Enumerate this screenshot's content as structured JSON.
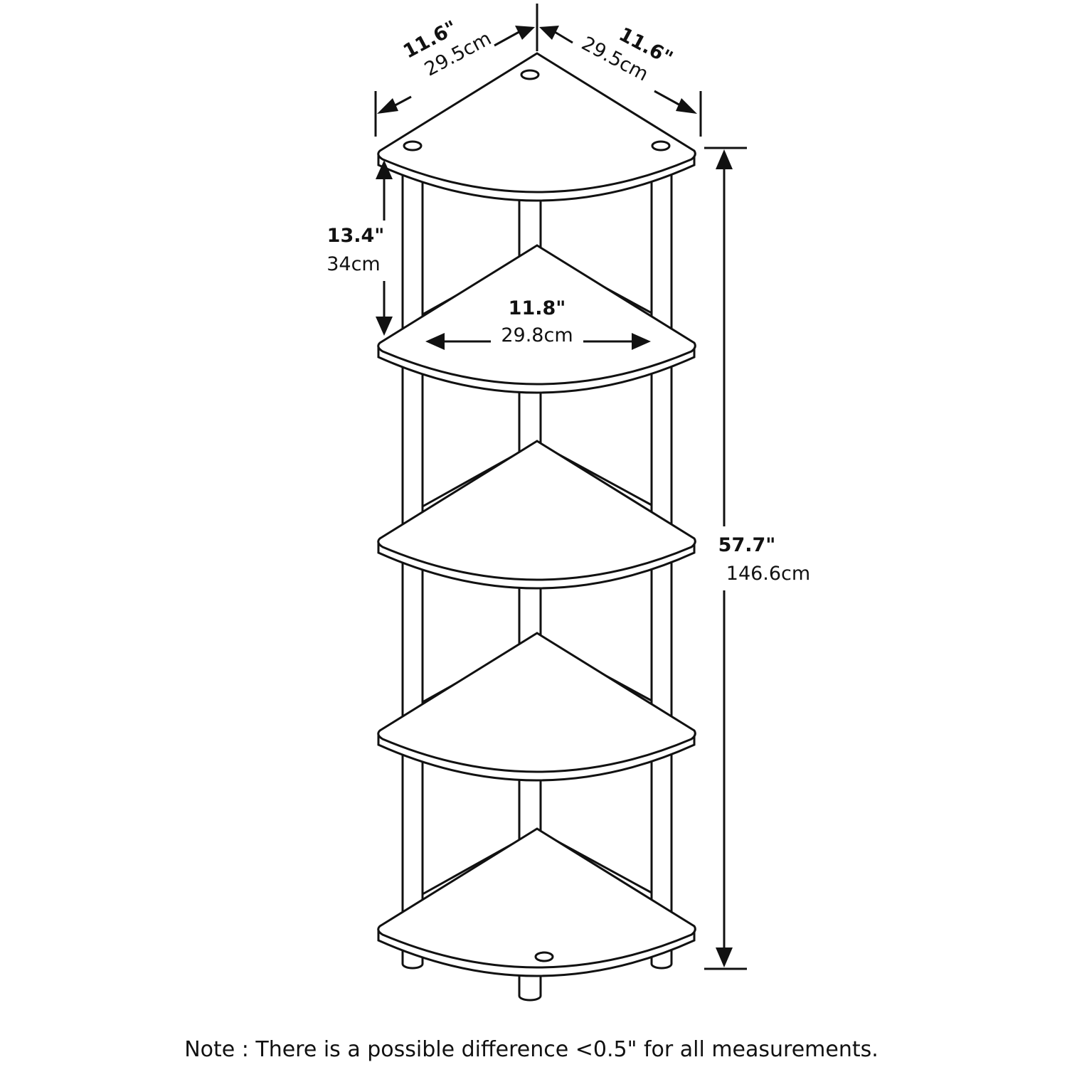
{
  "product": {
    "shelf_count": 5
  },
  "dimensions": {
    "depth_left": {
      "imperial": "11.6\"",
      "metric": "29.5cm"
    },
    "depth_right": {
      "imperial": "11.6\"",
      "metric": "29.5cm"
    },
    "shelf_spacing": {
      "imperial": "13.4\"",
      "metric": "34cm"
    },
    "inner_width": {
      "imperial": "11.8\"",
      "metric": "29.8cm"
    },
    "total_height": {
      "imperial": "57.7\"",
      "metric": "146.6cm"
    }
  },
  "note": "Note : There is a possible difference <0.5\" for all measurements.",
  "colors": {
    "line": "#111111",
    "background": "#ffffff"
  }
}
